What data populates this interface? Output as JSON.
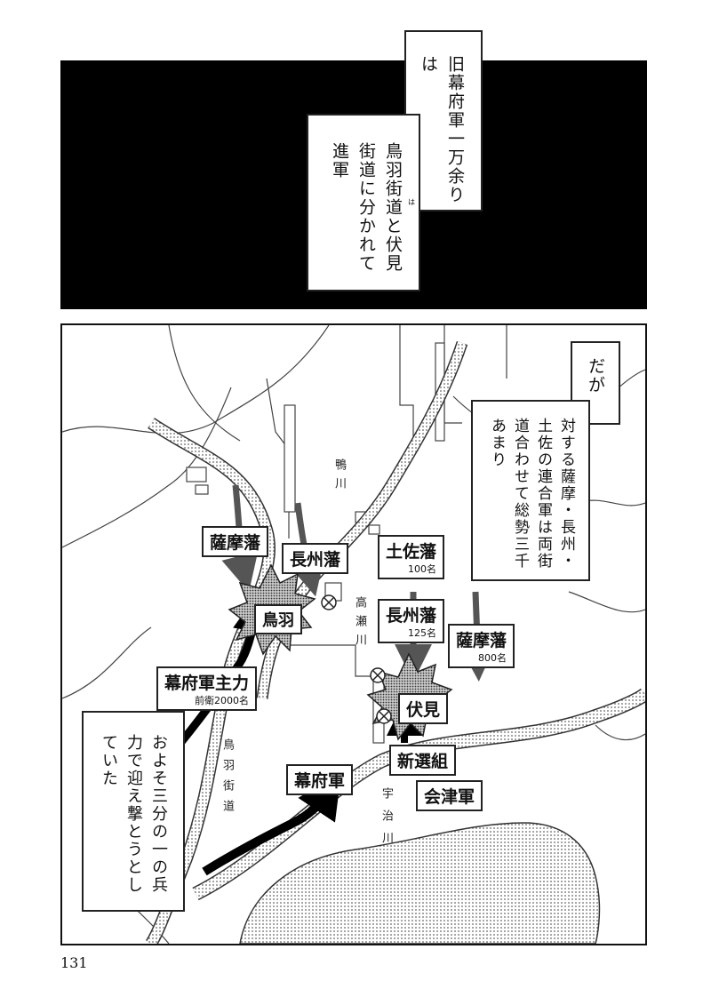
{
  "narration": {
    "top_right": "旧幕府軍一万余りは",
    "top_left": "鳥羽街道と伏見街道に分かれて進軍",
    "map_top": "だが",
    "map_right": "対する薩摩・長州・土佐の連合軍は両街道合わせて総勢三千あまり",
    "map_left": "およそ三分の一の兵力で迎え撃とうとしていた"
  },
  "ruby": {
    "ha": "は"
  },
  "map": {
    "labels": {
      "satsuma_west": "薩摩藩",
      "choshu_west": "長州藩",
      "toba": "鳥羽",
      "bakufu_main": "幕府軍主力",
      "bakufu_main_sub": "前衛2000名",
      "tosa": "土佐藩",
      "tosa_sub": "100名",
      "choshu_east": "長州藩",
      "choshu_east_sub": "125名",
      "satsuma_east": "薩摩藩",
      "satsuma_east_sub": "800名",
      "fushimi": "伏見",
      "shinsengumi": "新選組",
      "bakufu": "幕府軍",
      "aizu": "会津軍"
    },
    "places": {
      "kamo": "鴨川",
      "takase": "高瀬川",
      "toba_road": "鳥羽街道",
      "uji": "宇治川"
    }
  },
  "page_number": "131"
}
